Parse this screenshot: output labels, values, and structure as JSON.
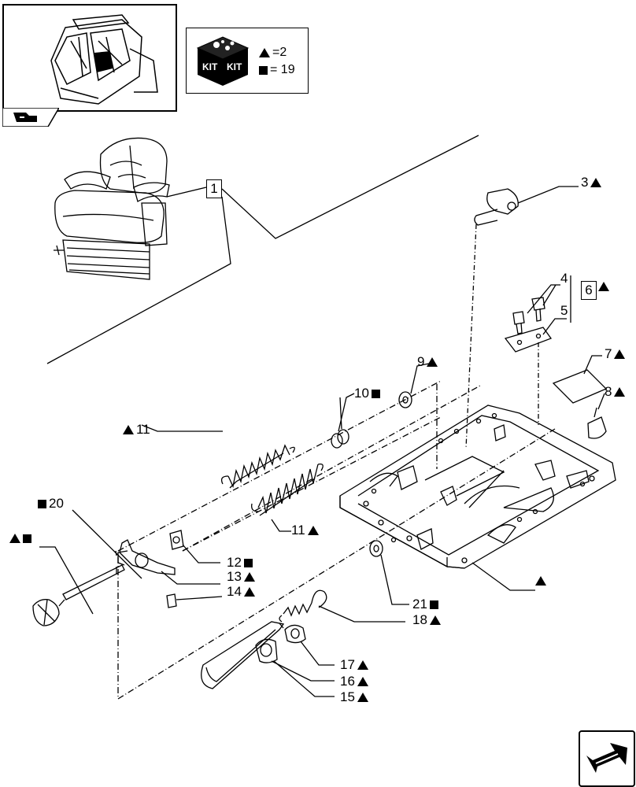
{
  "kit_legend": {
    "kit_labels": [
      "KIT",
      "KIT"
    ],
    "triangle_value": "=2",
    "square_value": "= 19"
  },
  "callouts": {
    "c1": "1",
    "c3": "3",
    "c4": "4",
    "c5": "5",
    "c6": "6",
    "c7": "7",
    "c8": "8",
    "c9": "9",
    "c10": "10",
    "c11_left": "11",
    "c11_right": "11",
    "c12": "12",
    "c13": "13",
    "c14": "14",
    "c15": "15",
    "c16": "16",
    "c17": "17",
    "c18": "18",
    "c20": "20",
    "c21": "21"
  },
  "icons": [
    "tractor-cab-thumbnail-icon",
    "seat-icon",
    "kit-box-icon",
    "triangle-marker",
    "square-marker",
    "next-page-arrow-icon",
    "return-arrow-icon"
  ]
}
